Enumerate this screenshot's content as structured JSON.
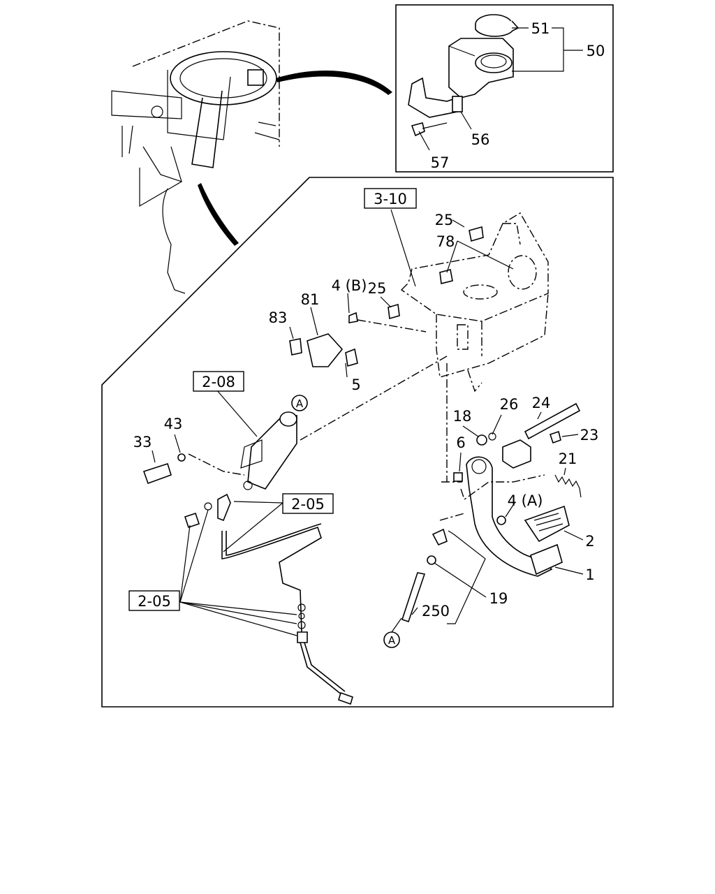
{
  "callouts": {
    "c51": "51",
    "c50": "50",
    "c56": "56",
    "c57": "57",
    "c25a": "25",
    "c78": "78",
    "c4b": "4 (B)",
    "c25b": "25",
    "c81": "81",
    "c83": "83",
    "c5": "5",
    "c33": "33",
    "c43": "43",
    "c18": "18",
    "c26": "26",
    "c24": "24",
    "c23": "23",
    "c6": "6",
    "c21": "21",
    "c4a": "4 (A)",
    "c2": "2",
    "c1": "1",
    "c19": "19",
    "c250": "250",
    "cA1": "A",
    "cA2": "A"
  },
  "references": {
    "r310": "3-10",
    "r208": "2-08",
    "r205a": "2-05",
    "r205b": "2-05"
  }
}
